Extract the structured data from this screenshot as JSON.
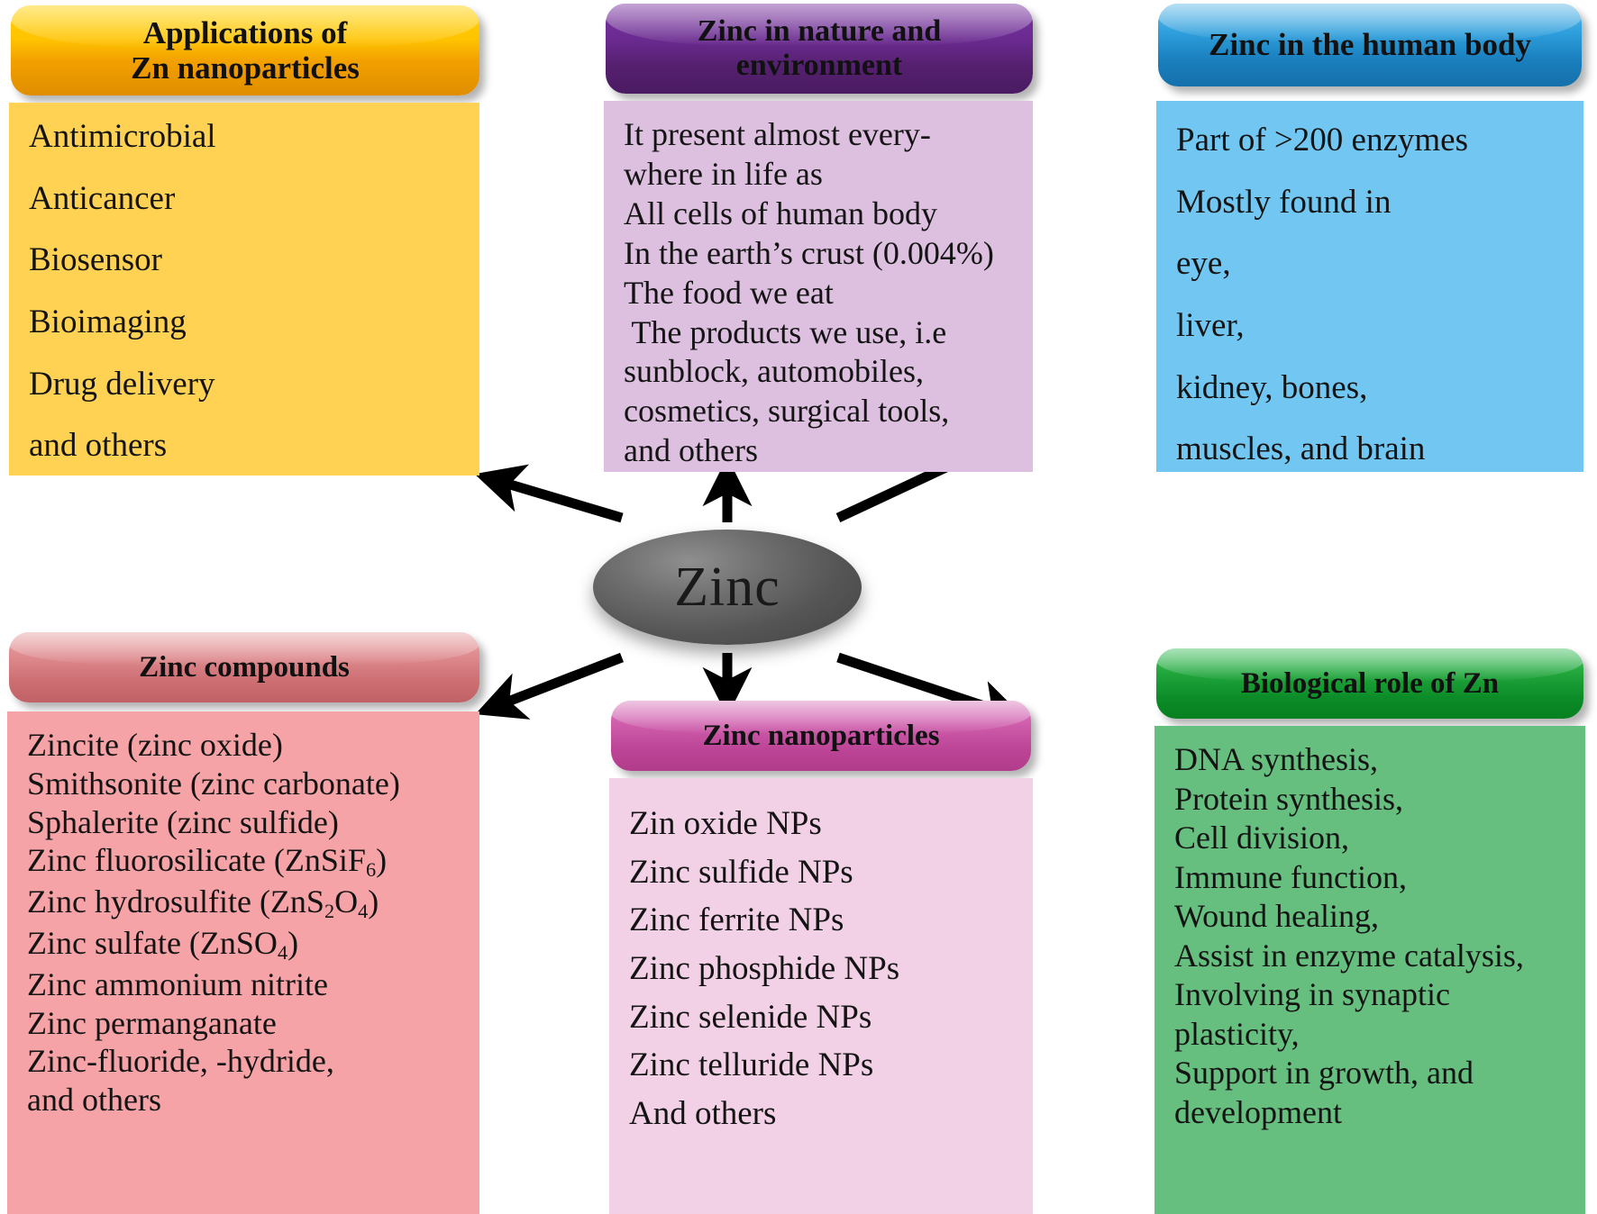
{
  "center": {
    "label": "Zinc",
    "fill": "#6e6e6e"
  },
  "panels": {
    "applications": {
      "title": "Applications of\nZn nanoparticles",
      "title_line1": "Applications of",
      "title_line2": "Zn nanoparticles",
      "header_color": "#F5A800",
      "body_color": "#FFD253",
      "items": [
        "Antimicrobial",
        "Anticancer",
        "Biosensor",
        "Bioimaging",
        "Drug delivery",
        "and others"
      ]
    },
    "nature": {
      "title_line1": "Zinc in nature and",
      "title_line2": "environment",
      "header_color": "#5F2283",
      "body_color": "#DDBFDF",
      "items": [
        "It present almost every-",
        "where in life as",
        "All cells of human body",
        "In the earth’s crust (0.004%)",
        "The food we eat",
        " The products we use, i.e",
        "sunblock, automobiles,",
        "cosmetics, surgical tools,",
        "and others"
      ]
    },
    "human_body": {
      "title_line1": "Zinc in the human body",
      "title_line2": "",
      "header_color": "#1E86C6",
      "body_color": "#72C7F2",
      "items": [
        "Part of >200 enzymes",
        "Mostly found in",
        "eye,",
        "liver,",
        "kidney, bones,",
        "muscles, and brain"
      ]
    },
    "compounds": {
      "title_line1": "Zinc compounds",
      "title_line2": "",
      "header_color": "#D4797C",
      "body_color": "#F5A3A6",
      "items_html": [
        "Zincite (zinc oxide)",
        "Smithsonite (zinc carbonate)",
        "Sphalerite (zinc sulfide)",
        "Zinc fluorosilicate (ZnSiF<sub>6</sub>)",
        "Zinc hydrosulfite (ZnS<sub>2</sub>O<sub>4</sub>)",
        "Zinc sulfate (ZnSO<sub>4</sub>)",
        "Zinc ammonium nitrite",
        "Zinc permanganate",
        "Zinc-fluoride, -hydride,",
        "and others"
      ]
    },
    "nanoparticles": {
      "title_line1": "Zinc nanoparticles",
      "title_line2": "",
      "header_color": "#C74DA4",
      "body_color": "#F2D1E6",
      "items": [
        "Zin oxide NPs",
        "Zinc sulfide NPs",
        "Zinc ferrite NPs",
        "Zinc phosphide NPs",
        "Zinc selenide NPs",
        "Zinc telluride NPs",
        "And others"
      ]
    },
    "biological": {
      "title_line1": "Biological role of Zn",
      "title_line2": "",
      "header_color": "#12962F",
      "body_color": "#66BE7F",
      "items": [
        "DNA synthesis,",
        "Protein synthesis,",
        "Cell division,",
        "Immune function,",
        "Wound healing,",
        "Assist in enzyme catalysis,",
        "Involving in synaptic",
        "plasticity,",
        "Support in growth, and",
        "development"
      ]
    }
  },
  "arrows": [
    {
      "name": "arrow-to-applications",
      "direction": "up-left"
    },
    {
      "name": "arrow-to-nature",
      "direction": "up"
    },
    {
      "name": "arrow-to-human-body",
      "direction": "up-right"
    },
    {
      "name": "arrow-to-compounds",
      "direction": "down-left"
    },
    {
      "name": "arrow-to-nanoparticles",
      "direction": "down"
    },
    {
      "name": "arrow-to-biological",
      "direction": "down-right"
    }
  ]
}
